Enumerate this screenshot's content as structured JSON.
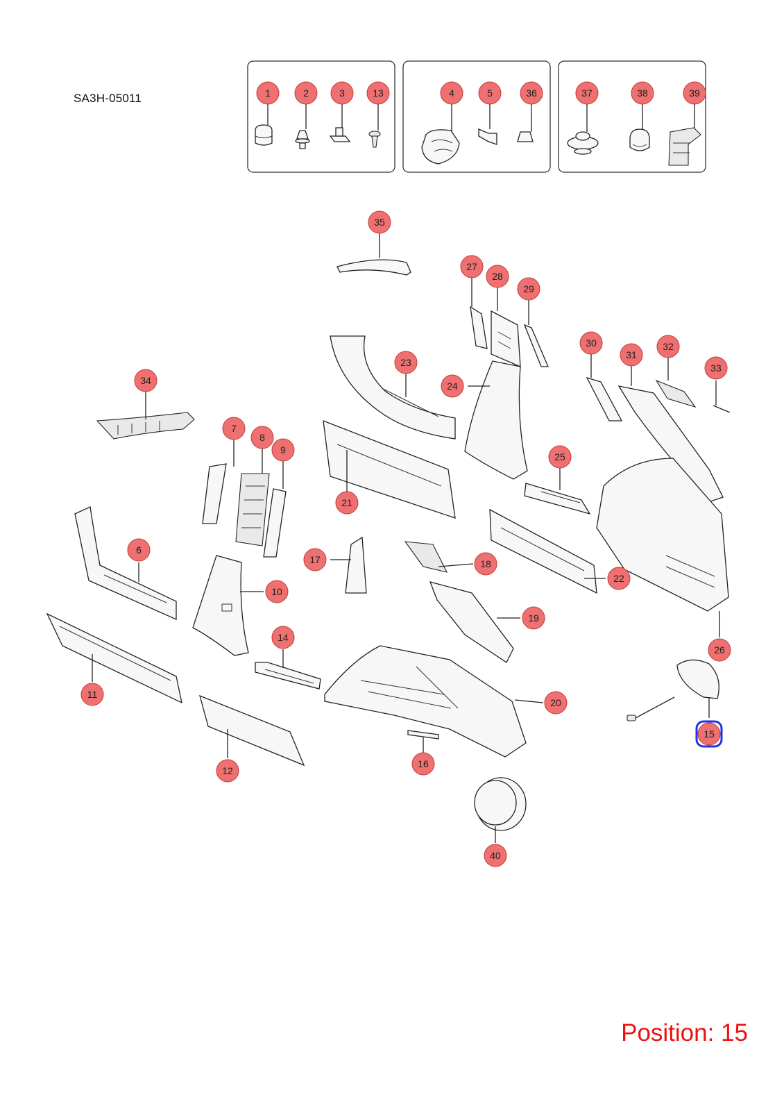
{
  "document_code": "SA3H-05011",
  "position_text": "Position: 15",
  "selected_position": "15",
  "colors": {
    "callout_fill": "#ee7070",
    "callout_stroke": "#c33a3a",
    "selection": "#1e32e6",
    "position_text": "#ee1111"
  },
  "callouts": [
    {
      "id": "1"
    },
    {
      "id": "2"
    },
    {
      "id": "3"
    },
    {
      "id": "13"
    },
    {
      "id": "4"
    },
    {
      "id": "5"
    },
    {
      "id": "36"
    },
    {
      "id": "37"
    },
    {
      "id": "38"
    },
    {
      "id": "39"
    },
    {
      "id": "35"
    },
    {
      "id": "27"
    },
    {
      "id": "28"
    },
    {
      "id": "29"
    },
    {
      "id": "30"
    },
    {
      "id": "31"
    },
    {
      "id": "32"
    },
    {
      "id": "33"
    },
    {
      "id": "23"
    },
    {
      "id": "24"
    },
    {
      "id": "34"
    },
    {
      "id": "7"
    },
    {
      "id": "8"
    },
    {
      "id": "9"
    },
    {
      "id": "25"
    },
    {
      "id": "21"
    },
    {
      "id": "6"
    },
    {
      "id": "17"
    },
    {
      "id": "18"
    },
    {
      "id": "22"
    },
    {
      "id": "10"
    },
    {
      "id": "19"
    },
    {
      "id": "14"
    },
    {
      "id": "26"
    },
    {
      "id": "11"
    },
    {
      "id": "20"
    },
    {
      "id": "15"
    },
    {
      "id": "12"
    },
    {
      "id": "16"
    },
    {
      "id": "40"
    }
  ]
}
